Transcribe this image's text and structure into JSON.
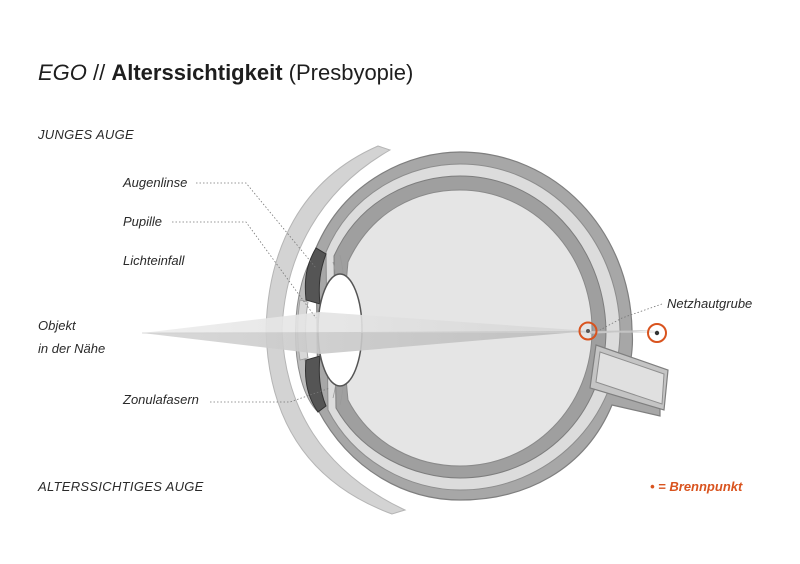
{
  "title": {
    "prefix": "EGO",
    "separator": " // ",
    "main": "Alterssichtigkeit",
    "suffix": " (Presbyopie)"
  },
  "sections": {
    "top": "JUNGES AUGE",
    "bottom": "ALTERSSICHTIGES AUGE"
  },
  "labels": {
    "lens": "Augenlinse",
    "pupil": "Pupille",
    "light": "Lichteinfall",
    "object_line1": "Objekt",
    "object_line2": "in der Nähe",
    "zonula": "Zonulafasern",
    "fovea": "Netzhautgrube"
  },
  "legend": {
    "dot": "•",
    "text": " = Brennpunkt"
  },
  "colors": {
    "accent": "#d9531e",
    "outer_shell": "#c9c9c9",
    "sclera": "#9c9c9c",
    "vitreous": "#e4e4e4",
    "lens": "#ffffff",
    "iris": "#555555"
  }
}
